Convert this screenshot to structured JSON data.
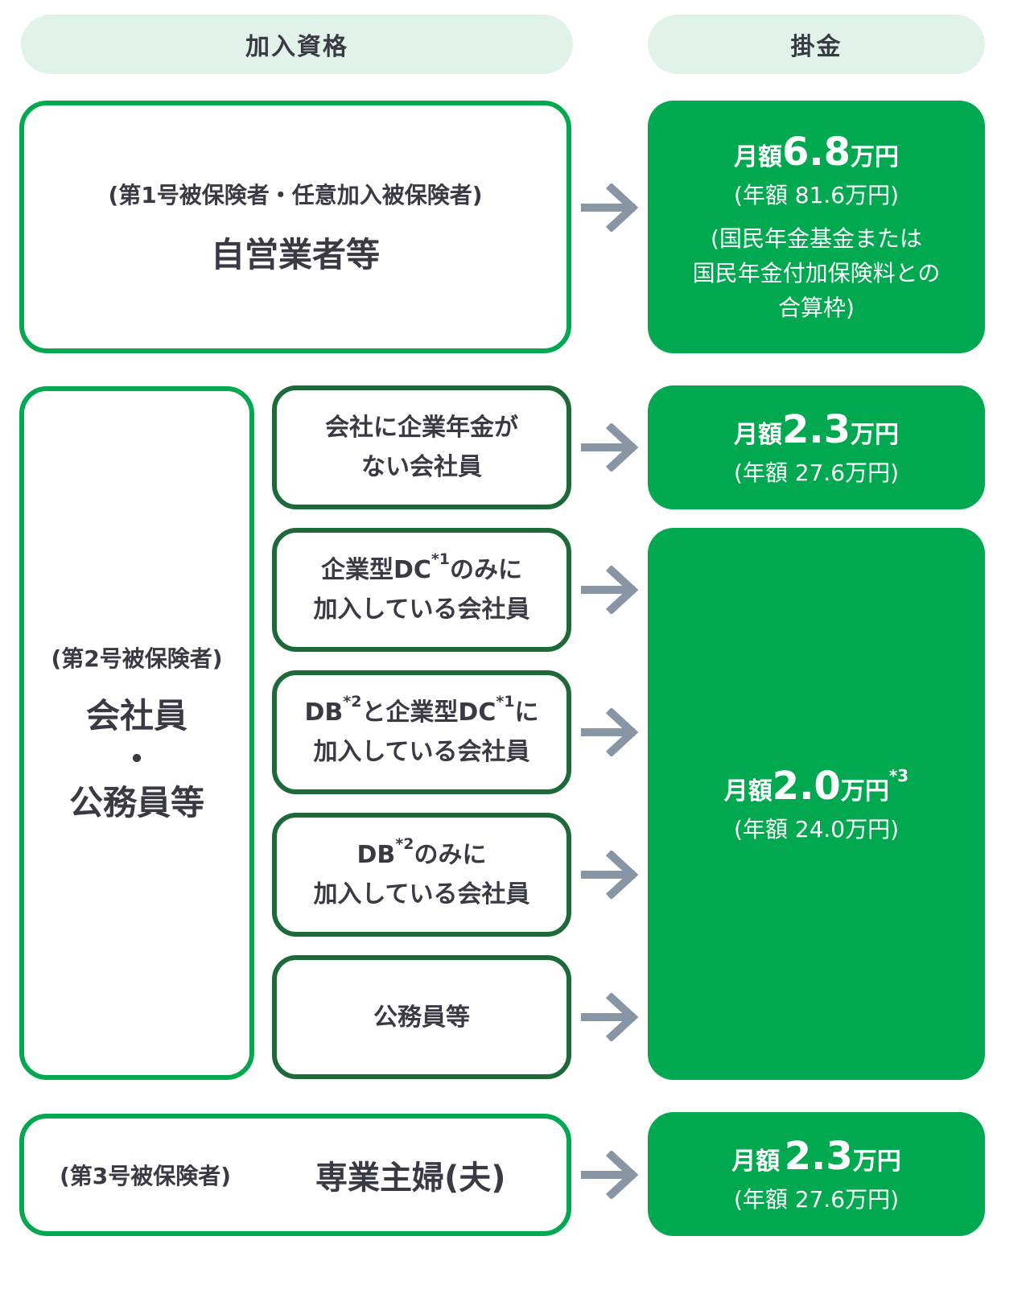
{
  "headers": {
    "eligibility": "加入資格",
    "contribution": "掛金"
  },
  "self_employed": {
    "category": "(第1号被保険者・任意加入被保険者)",
    "name": "自営業者等",
    "monthly_prefix": "月額",
    "monthly_value": "6.8",
    "monthly_unit": "万円",
    "annual": "(年額 81.6万円)",
    "pool_note_lines": [
      "(国民年金基金または",
      "国民年金付加保険料との",
      "合算枠)"
    ]
  },
  "employees": {
    "category": "(第2号被保険者)",
    "name_line1": "会社員",
    "dot": "・",
    "name_line2": "公務員等",
    "no_pension": {
      "line1": "会社に企業年金が",
      "line2": "ない会社員",
      "monthly_prefix": "月額",
      "monthly_value": "2.3",
      "monthly_unit": "万円",
      "annual": "(年額 27.6万円)"
    },
    "dc_only": {
      "line1_pre": "企業型DC",
      "line1_note": "*1",
      "line1_post": "のみに",
      "line2": "加入している会社員"
    },
    "db_and_dc": {
      "line1_a": "DB",
      "line1_note_a": "*2",
      "line1_b": "と企業型DC",
      "line1_note_b": "*1",
      "line1_c": "に",
      "line2": "加入している会社員"
    },
    "db_only": {
      "line1_pre": "DB",
      "line1_note": "*2",
      "line1_post": "のみに",
      "line2": "加入している会社員"
    },
    "civil_servants": {
      "label": "公務員等"
    },
    "shared_contribution": {
      "monthly_prefix": "月額",
      "monthly_value": "2.0",
      "monthly_unit": "万円",
      "monthly_note": "*3",
      "annual": "(年額 24.0万円)"
    }
  },
  "homemaker": {
    "category": "(第3号被保険者)",
    "name": "専業主婦(夫)",
    "monthly_prefix": "月額",
    "monthly_value": "2.3",
    "monthly_unit": "万円",
    "annual": "(年額 27.6万円)"
  },
  "colors": {
    "green": "#00a84f",
    "dark_green": "#1d6a38",
    "header_bg": "#e1f3e8",
    "arrow": "#8795a4",
    "text": "#3a3a44"
  },
  "icons": {
    "arrow": "arrow-right-icon"
  }
}
